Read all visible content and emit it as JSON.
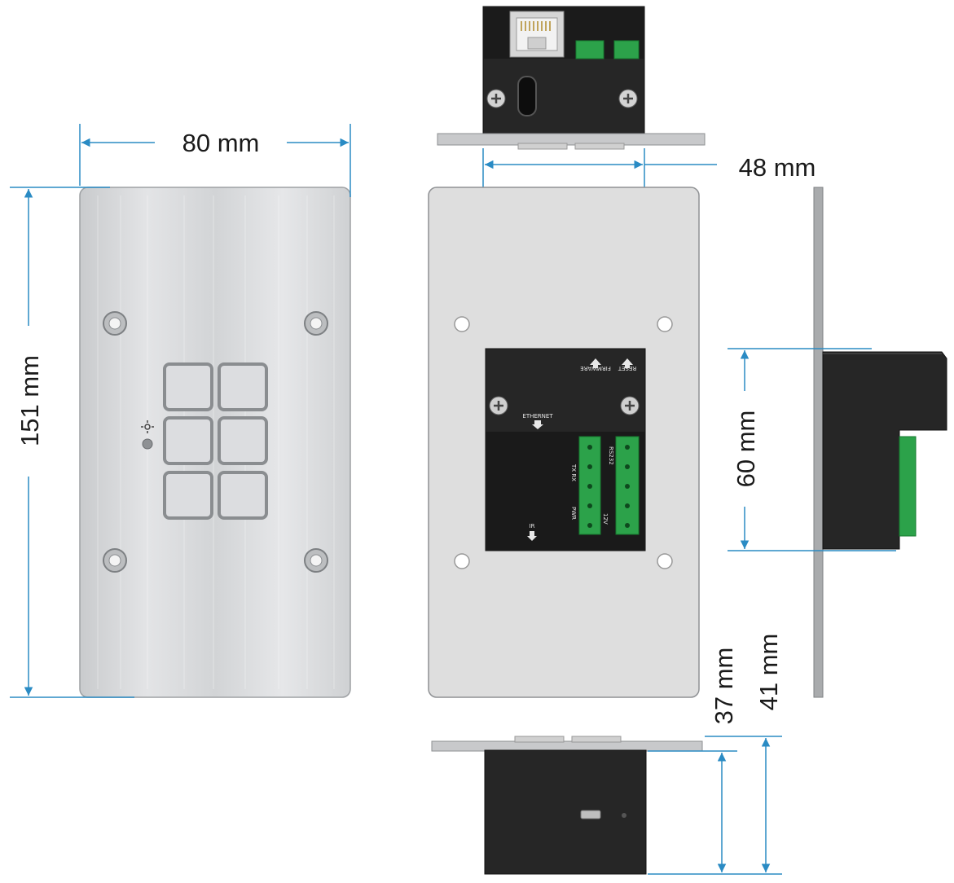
{
  "dimensions": {
    "width": "80 mm",
    "height": "151 mm",
    "module_width": "48 mm",
    "module_height": "60 mm",
    "depth_inner": "37 mm",
    "depth_outer": "41 mm"
  },
  "rear_labels": {
    "ethernet": "ETHERNET",
    "ir": "IR",
    "firmware": "FIRMWARE",
    "reset": "RESET",
    "pwr": "PWR",
    "v12": "12V",
    "rs232": "RS232",
    "tx_rx": "TX RX"
  },
  "colors": {
    "dimension_line": "#2a8bc4",
    "plate": "#d9d9d9",
    "module_body": "#1f1f1f",
    "terminal": "#2ca24a"
  },
  "front_panel": {
    "button_rows": 3,
    "button_cols": 2
  }
}
